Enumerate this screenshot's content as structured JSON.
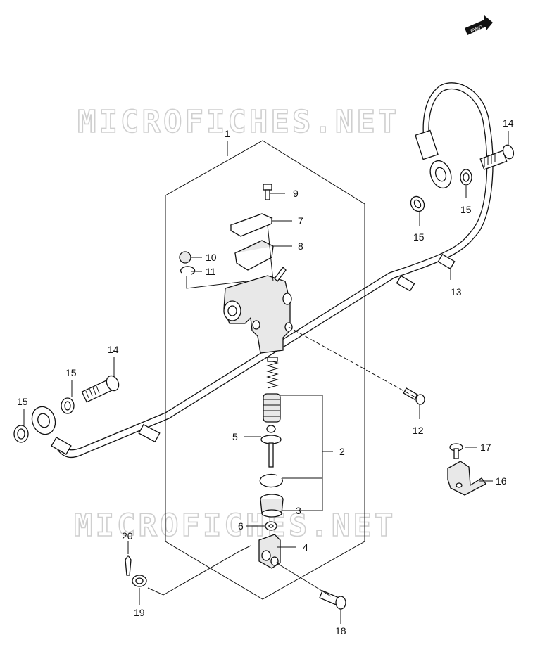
{
  "watermark": "MICROFICHES.NET",
  "fwd_label": "FWD",
  "callouts": {
    "c1": "1",
    "c2": "2",
    "c3": "3",
    "c4": "4",
    "c5": "5",
    "c6": "6",
    "c7": "7",
    "c8": "8",
    "c9": "9",
    "c10": "10",
    "c11": "11",
    "c12": "12",
    "c13": "13",
    "c14a": "14",
    "c14b": "14",
    "c15a": "15",
    "c15b": "15",
    "c15c": "15",
    "c15d": "15",
    "c16": "16",
    "c17": "17",
    "c18": "18",
    "c19": "19",
    "c20": "20"
  }
}
